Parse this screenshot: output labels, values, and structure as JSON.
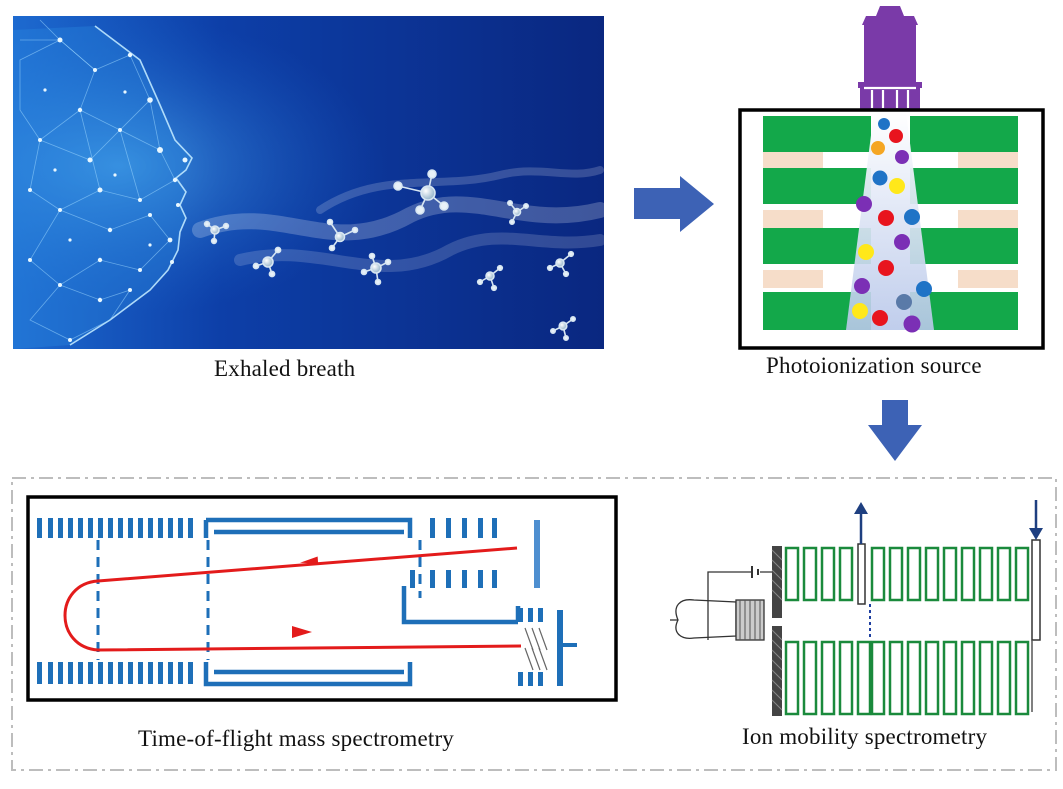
{
  "panels": {
    "breath": {
      "label": "Exhaled breath"
    },
    "source": {
      "label": "Photoionization source"
    },
    "tof": {
      "label": "Time-of-flight mass spectrometry"
    },
    "ims": {
      "label": "Ion mobility spectrometry"
    }
  },
  "colors": {
    "arrow": "#3d62b5",
    "electrode": "#1e6fb8",
    "ion_path": "#e31b1b",
    "green_plate": "#13a84a",
    "peach_plate": "#f6ddc9",
    "lamp": "#7a3aa8",
    "breath_bg_dark": "#0a2a8a",
    "breath_bg_light": "#1a5fc0",
    "frame_dash": "#bdbdbd"
  },
  "ion_dot_colors": [
    "#e8141e",
    "#f5a623",
    "#7b2fb5",
    "#1f73c6",
    "#ffe81a",
    "#5a7aa8"
  ],
  "icons": [
    "face-network-icon",
    "molecule-icon",
    "uv-lamp-icon",
    "flow-arrow-icon"
  ]
}
